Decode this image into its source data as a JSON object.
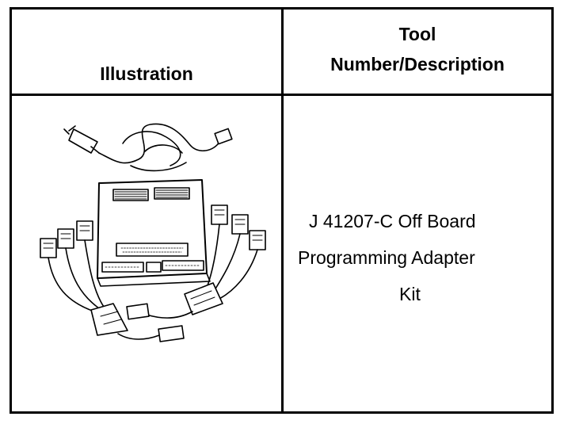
{
  "table": {
    "headers": {
      "illustration": "Illustration",
      "description_line1": "Tool",
      "description_line2": "Number/Description"
    },
    "rows": [
      {
        "illustration_icon": "programming-adapter-kit-illustration",
        "description_lines": [
          "J 41207-C Off Board",
          "Programming Adapter",
          "Kit"
        ]
      }
    ]
  }
}
